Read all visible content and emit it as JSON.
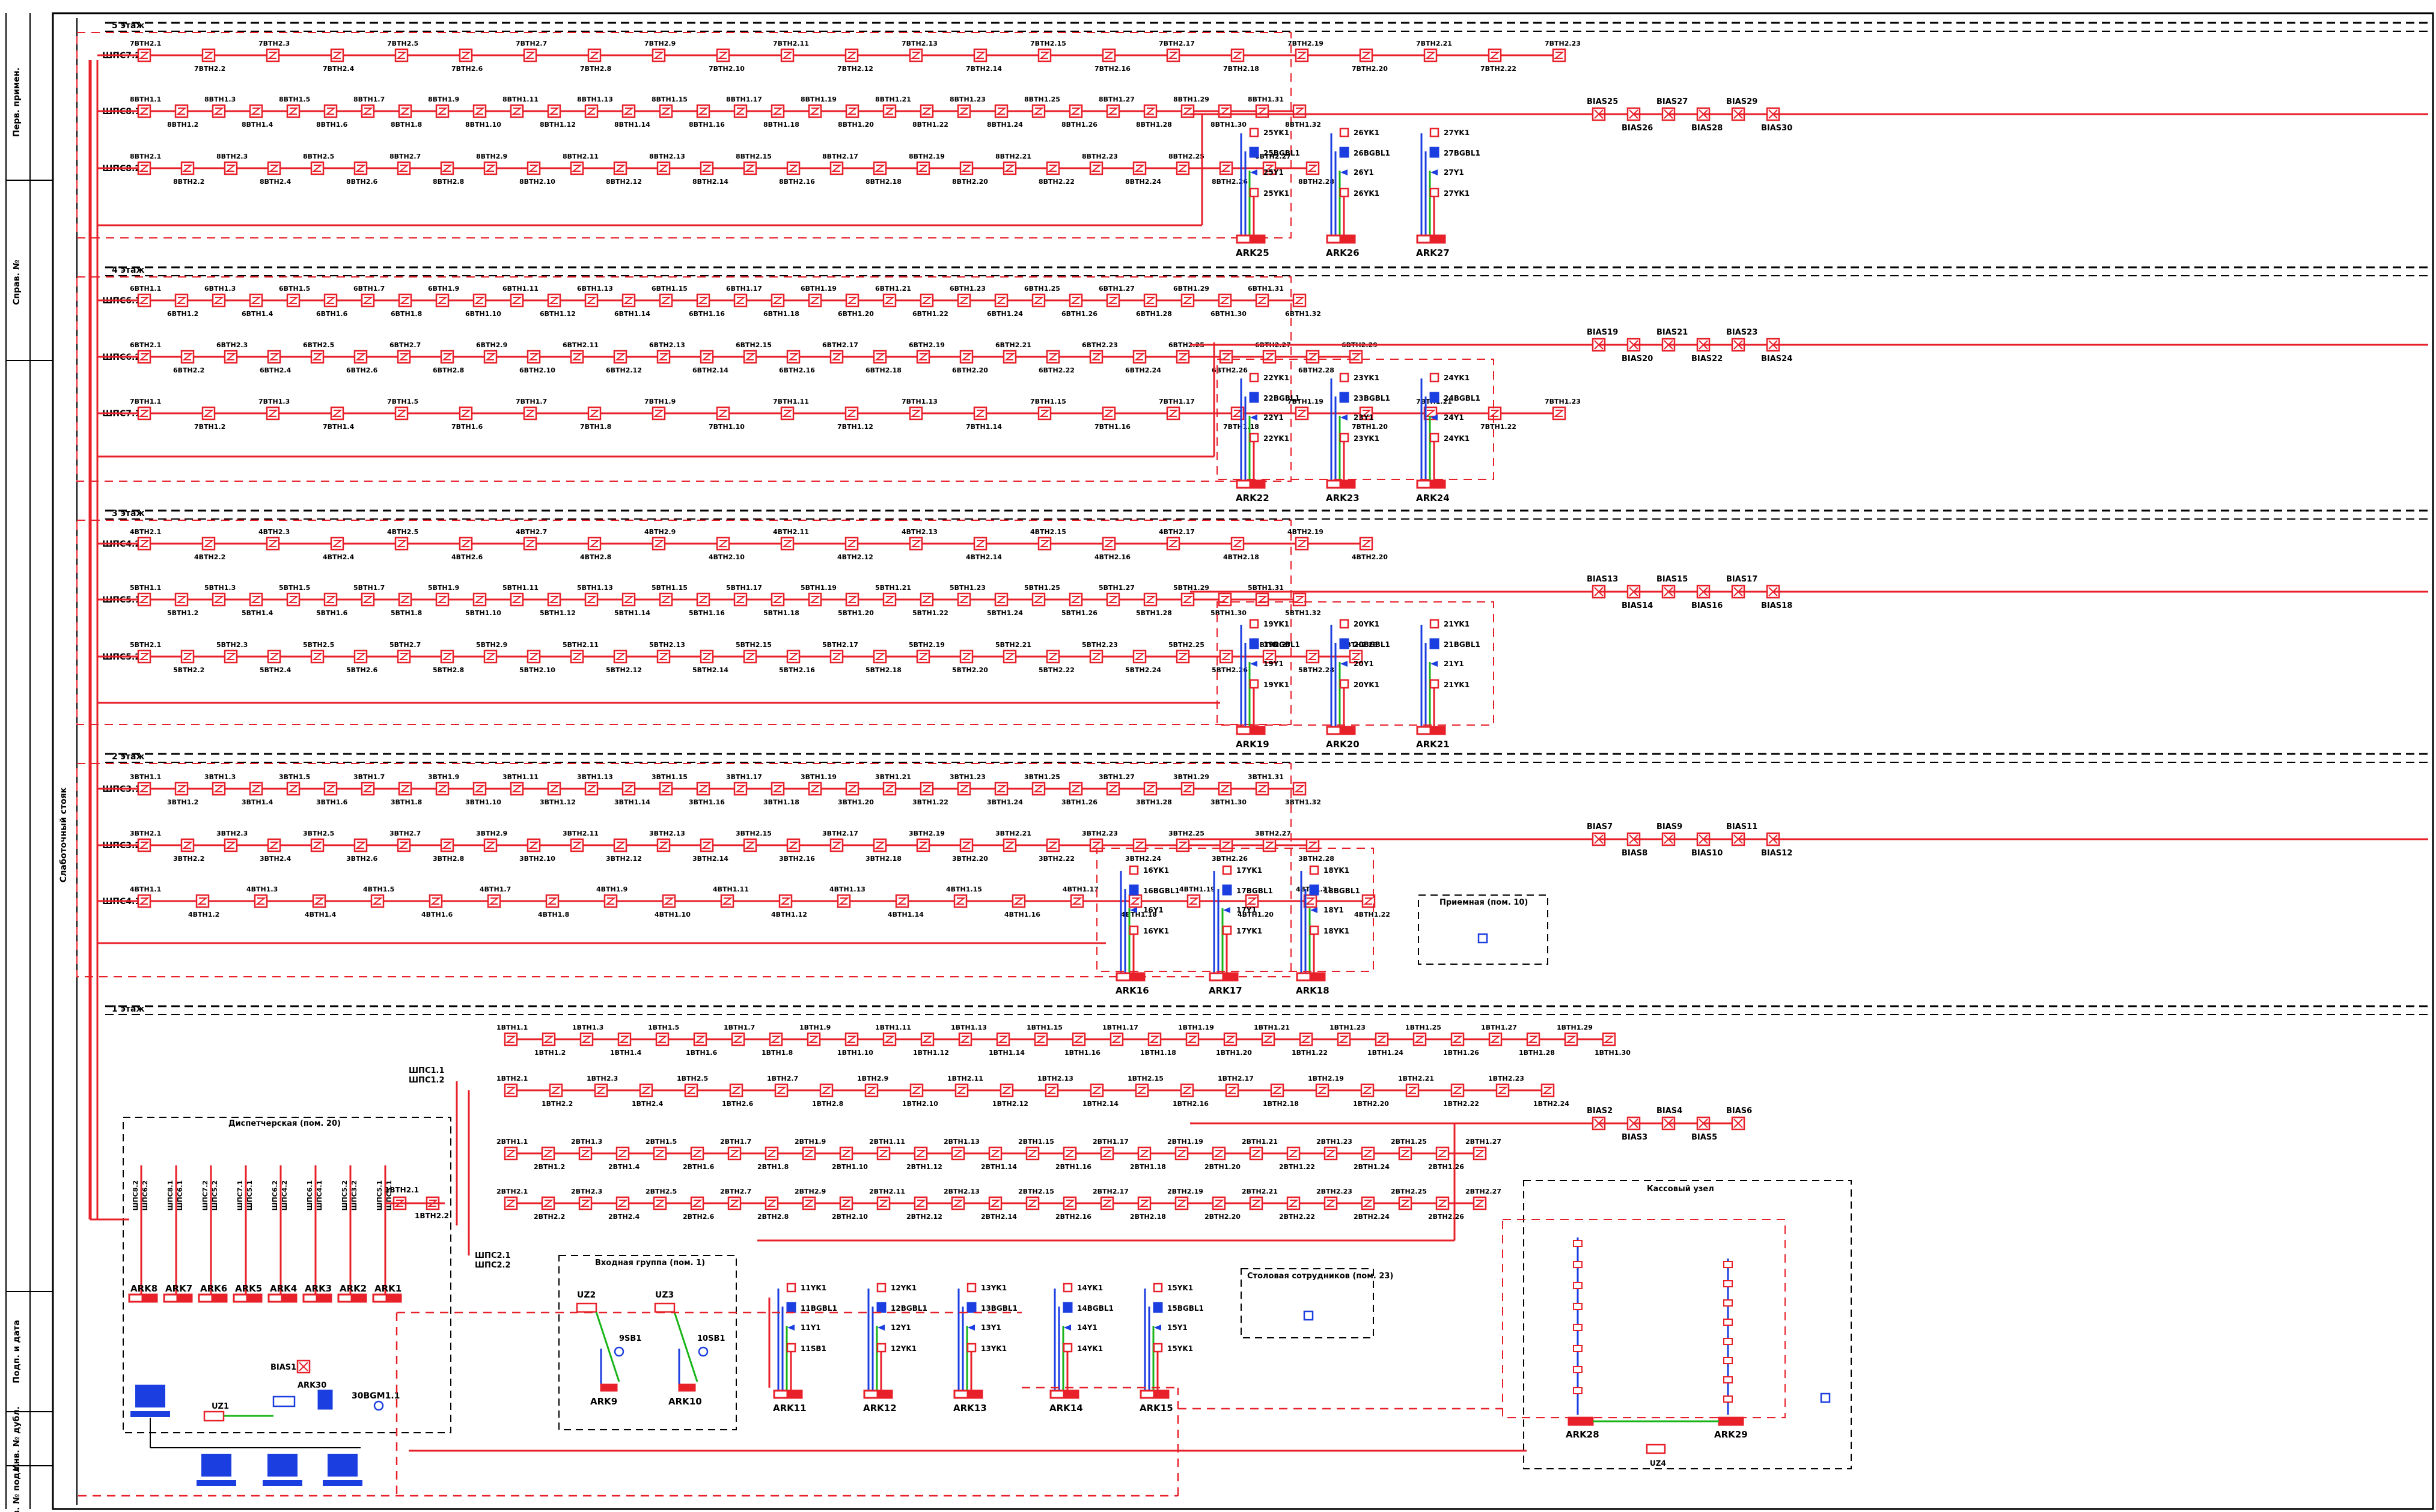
{
  "side_stamp": {
    "perv_prim": "Перв. примен.",
    "sprav": "Справ. №",
    "podp_data": "Подп. и дата",
    "inv_dubl": "Инв. № дубл.",
    "inv_podl": "Инв. № подл."
  },
  "main_label": "Слаботочный стояк",
  "floors": [
    {
      "label": "5 этаж"
    },
    {
      "label": "4 этаж"
    },
    {
      "label": "3 этаж"
    },
    {
      "label": "2 этаж"
    },
    {
      "label": "1 этаж"
    }
  ],
  "loops": [
    {
      "label": "ШПС7.2",
      "prefix": "7BTH2",
      "count": 23
    },
    {
      "label": "ШПС8.1",
      "prefix": "8BTH1",
      "count": 32
    },
    {
      "label": "ШПС8.2",
      "prefix": "8BTH2",
      "count": 28
    },
    {
      "label": "ШПС6.1",
      "prefix": "6BTH1",
      "count": 32
    },
    {
      "label": "ШПС6.2",
      "prefix": "6BTH2",
      "count": 29
    },
    {
      "label": "ШПС7.1",
      "prefix": "7BTH1",
      "count": 23
    },
    {
      "label": "ШПС4.2",
      "prefix": "4BTH2",
      "count": 20
    },
    {
      "label": "ШПС5.1",
      "prefix": "5BTH1",
      "count": 32
    },
    {
      "label": "ШПС5.2",
      "prefix": "5BTH2",
      "count": 29
    },
    {
      "label": "ШПС3.1",
      "prefix": "3BTH1",
      "count": 32
    },
    {
      "label": "ШПС3.2",
      "prefix": "3BTH2",
      "count": 28
    },
    {
      "label": "ШПС4.1",
      "prefix": "4BTH1",
      "count": 22
    },
    {
      "label": "",
      "prefix": "1BTH1",
      "count": 30
    },
    {
      "label": "",
      "prefix": "1BTH2",
      "count": 24
    },
    {
      "label": "",
      "prefix": "2BTH1",
      "count": 27
    },
    {
      "label": "",
      "prefix": "2BTH2",
      "count": 27
    }
  ],
  "bias_groups": [
    {
      "items": [
        "BIAS25",
        "BIAS26",
        "BIAS27",
        "BIAS28",
        "BIAS29",
        "BIAS30"
      ]
    },
    {
      "items": [
        "BIAS19",
        "BIAS20",
        "BIAS21",
        "BIAS22",
        "BIAS23",
        "BIAS24"
      ]
    },
    {
      "items": [
        "BIAS13",
        "BIAS14",
        "BIAS15",
        "BIAS16",
        "BIAS17",
        "BIAS18"
      ]
    },
    {
      "items": [
        "BIAS7",
        "BIAS8",
        "BIAS9",
        "BIAS10",
        "BIAS11",
        "BIAS12"
      ]
    },
    {
      "items": [
        "BIAS2",
        "BIAS3",
        "BIAS4",
        "BIAS5",
        "BIAS6"
      ]
    }
  ],
  "ark_units": [
    {
      "name": "ARK25",
      "lines": [
        "25YK1",
        "25BGBL1",
        "25Y1",
        "25YK1"
      ]
    },
    {
      "name": "ARK26",
      "lines": [
        "26YK1",
        "26BGBL1",
        "26Y1",
        "26YK1"
      ]
    },
    {
      "name": "ARK27",
      "lines": [
        "27YK1",
        "27BGBL1",
        "27Y1",
        "27YK1"
      ]
    },
    {
      "name": "ARK22",
      "lines": [
        "22YK1",
        "22BGBL1",
        "22Y1",
        "22YK1"
      ]
    },
    {
      "name": "ARK23",
      "lines": [
        "23YK1",
        "23BGBL1",
        "23Y1",
        "23YK1"
      ]
    },
    {
      "name": "ARK24",
      "lines": [
        "24YK1",
        "24BGBL1",
        "24Y1",
        "24YK1"
      ]
    },
    {
      "name": "ARK19",
      "lines": [
        "19YK1",
        "19BGBL1",
        "19Y1",
        "19YK1"
      ]
    },
    {
      "name": "ARK20",
      "lines": [
        "20YK1",
        "20BGBL1",
        "20Y1",
        "20YK1"
      ]
    },
    {
      "name": "ARK21",
      "lines": [
        "21YK1",
        "21BGBL1",
        "21Y1",
        "21YK1"
      ]
    },
    {
      "name": "ARK16",
      "lines": [
        "16YK1",
        "16BGBL1",
        "16Y1",
        "16YK1"
      ]
    },
    {
      "name": "ARK17",
      "lines": [
        "17YK1",
        "17BGBL1",
        "17Y1",
        "17YK1"
      ]
    },
    {
      "name": "ARK18",
      "lines": [
        "18YK1",
        "18BGBL1",
        "18Y1",
        "18YK1"
      ]
    },
    {
      "name": "ARK11",
      "lines": [
        "11YK1",
        "11BGBL1",
        "11Y1",
        "11SB1"
      ]
    },
    {
      "name": "ARK12",
      "lines": [
        "12YK1",
        "12BGBL1",
        "12Y1",
        "12YK1"
      ]
    },
    {
      "name": "ARK13",
      "lines": [
        "13YK1",
        "13BGBL1",
        "13Y1",
        "13YK1"
      ]
    },
    {
      "name": "ARK14",
      "lines": [
        "14YK1",
        "14BGBL1",
        "14Y1",
        "14YK1"
      ]
    },
    {
      "name": "ARK15",
      "lines": [
        "15YK1",
        "15BGBL1",
        "15Y1",
        "15YK1"
      ]
    }
  ],
  "rooms": {
    "dispatch": {
      "label": "Диспетчерская (пом. 20)",
      "arks": [
        "ARK8",
        "ARK7",
        "ARK6",
        "ARK5",
        "ARK4",
        "ARK3",
        "ARK2",
        "ARK1"
      ],
      "bias": "BIAS1",
      "uz": "UZ1",
      "ark30": "ARK30",
      "bgm": "30BGM1.1"
    },
    "entrance": {
      "label": "Входная группа (пом. 1)",
      "uz_a": "UZ2",
      "uz_b": "UZ3",
      "sb_a": "9SB1",
      "sb_b": "10SB1",
      "ark_a": "ARK9",
      "ark_b": "ARK10"
    },
    "cash": {
      "label": "Кассовый узел",
      "ark_a": "ARK28",
      "ark_b": "ARK29",
      "uz": "UZ4"
    },
    "reception": {
      "label": "Приемная (пом. 10)"
    },
    "staff": {
      "label": "Столовая сотрудников (пом. 23)"
    }
  },
  "riser_tags": [
    "ШПС1.1",
    "ШПС1.2",
    "ШПС2.1",
    "ШПС2.2"
  ],
  "ark_cols": [
    "ШПС8.2",
    "ШПС8.1",
    "ШПС7.2",
    "ШПС7.1",
    "ШПС6.2",
    "ШПС6.1",
    "ШПС5.2",
    "ШПС5.1",
    "ШПС4.2",
    "ШПС4.1",
    "ШПС3.2",
    "ШПС3.1"
  ],
  "small_chain": {
    "label_a": "1BTH2.1",
    "label_b": "1BTH2.2"
  },
  "colors": {
    "loop": "#e8202a",
    "wire": "#e8202a",
    "dash": "#000000",
    "blue": "#1b3ee0",
    "green": "#18b418"
  }
}
